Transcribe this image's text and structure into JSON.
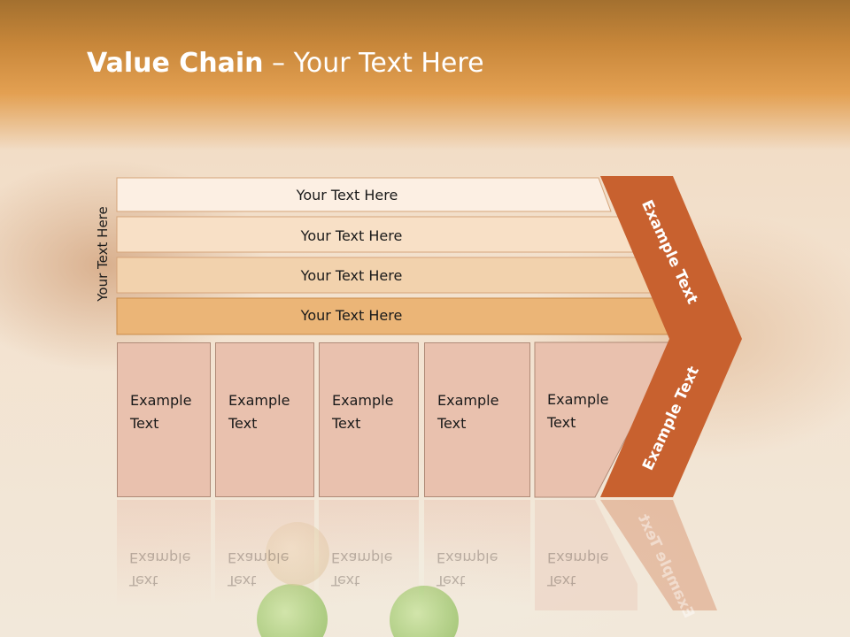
{
  "slide": {
    "title_bold": "Value Chain",
    "title_rest": " – Your Text Here",
    "vertical_label": "Your Text Here",
    "bars": [
      {
        "label": "Your Text Here",
        "color": "#fcefe3"
      },
      {
        "label": "Your Text Here",
        "color": "#f8e0c6"
      },
      {
        "label": "Your Text Here",
        "color": "#f2d2ad"
      },
      {
        "label": "Your Text Here",
        "color": "#ebb577"
      }
    ],
    "columns": [
      {
        "line1": "Example",
        "line2": "Text"
      },
      {
        "line1": "Example",
        "line2": "Text"
      },
      {
        "line1": "Example",
        "line2": "Text"
      },
      {
        "line1": "Example",
        "line2": "Text"
      },
      {
        "line1": "Example",
        "line2": "Text"
      }
    ],
    "chevron": {
      "upper_label": "Example Text",
      "lower_label": "Example Text",
      "color": "#c8612f"
    }
  }
}
